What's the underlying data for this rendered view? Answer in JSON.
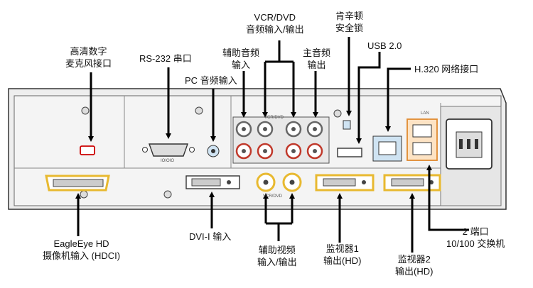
{
  "labels": {
    "hd_mic": [
      "高清数字",
      "麦克风接口"
    ],
    "rs232": "RS-232 串口",
    "pc_audio": "PC 音频输入",
    "aux_audio": [
      "辅助音频",
      "输入"
    ],
    "vcr_dvd": [
      "VCR/DVD",
      "音频输入/输出"
    ],
    "main_audio": [
      "主音频",
      "输出"
    ],
    "kensington": [
      "肯辛顿",
      "安全锁"
    ],
    "usb": "USB 2.0",
    "h320": "H.320 网络接口",
    "eagleeye": [
      "EagleEye HD",
      "摄像机输入 (HDCI)"
    ],
    "dvi": "DVI-I 输入",
    "aux_video": [
      "辅助视频",
      "输入/输出"
    ],
    "monitor1": [
      "监视器1",
      "输出(HD)"
    ],
    "monitor2": [
      "监视器2",
      "输出(HD)"
    ],
    "switch": [
      "2 端口",
      "10/100  交换机"
    ]
  },
  "panel_marks": {
    "vcr_dvd": "VCR/DVD",
    "lan": "LAN",
    "serial": "IOIOIO",
    "vid_vcr_dvd": "VCR/DVD"
  },
  "colors": {
    "highlight_yellow": "#f2c94c",
    "highlight_red": "#d96a5a",
    "highlight_blue": "#8ab6d8",
    "highlight_orange": "#f0a050"
  }
}
